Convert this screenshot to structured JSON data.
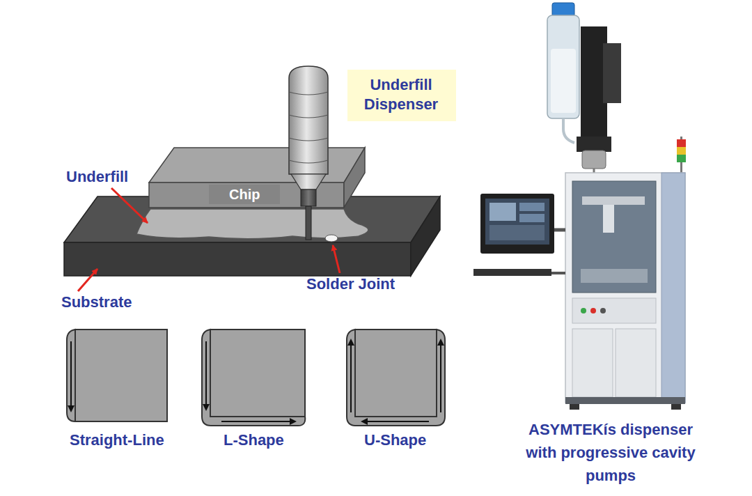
{
  "diagram": {
    "nodes": [
      {
        "text": [
          "Underfill Dispenser"
        ]
      }
    ],
    "labels": [
      "Underfill",
      "Chip",
      "Substrate",
      "Solder Joint",
      "Straight-Line",
      "L-Shape",
      "U-Shape",
      "ASYMTEKís dispenser with progressive cavity pumps"
    ]
  }
}
